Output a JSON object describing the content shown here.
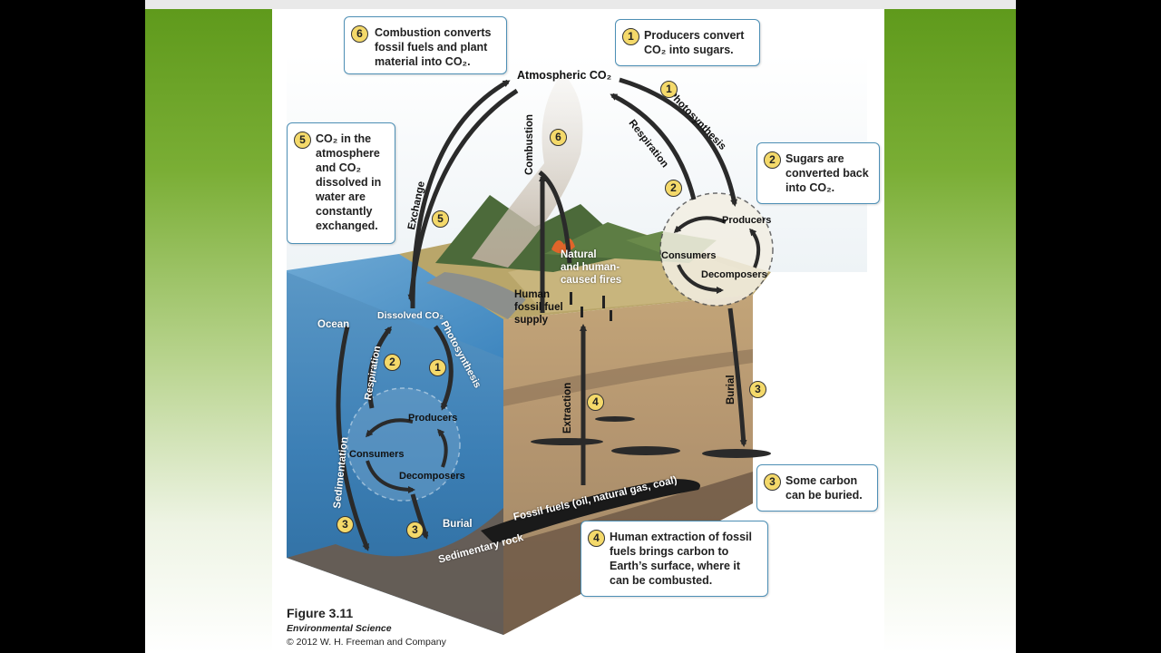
{
  "callouts": {
    "c1": {
      "num": "1",
      "text": "Producers convert CO₂ into sugars."
    },
    "c2": {
      "num": "2",
      "text": "Sugars are converted back into CO₂."
    },
    "c3": {
      "num": "3",
      "text": "Some carbon can be buried."
    },
    "c4": {
      "num": "4",
      "text": "Human extraction of fossil fuels brings carbon to Earth’s surface, where it can be combusted."
    },
    "c5": {
      "num": "5",
      "text": "CO₂ in the atmosphere and CO₂ dissolved in water are constantly exchanged."
    },
    "c6": {
      "num": "6",
      "text": "Combustion converts fossil fuels and plant material into CO₂."
    }
  },
  "labels": {
    "atmospheric_co2": "Atmospheric CO₂",
    "photosynthesis": "Photosynthesis",
    "respiration": "Respiration",
    "combustion": "Combustion",
    "exchange": "Exchange",
    "ocean": "Ocean",
    "dissolved_co2": "Dissolved CO₂",
    "fires_line1": "Natural",
    "fires_line2": "and human-",
    "fires_line3": "caused fires",
    "fuel_line1": "Human",
    "fuel_line2": "fossil fuel",
    "fuel_line3": "supply",
    "producers": "Producers",
    "consumers": "Consumers",
    "decomposers": "Decomposers",
    "extraction": "Extraction",
    "burial": "Burial",
    "sedimentation": "Sedimentation",
    "fossil_fuels": "Fossil fuels (oil, natural gas, coal)",
    "sedimentary_rock": "Sedimentary rock"
  },
  "markers": {
    "m1": "1",
    "m2": "2",
    "m3": "3",
    "m4": "4",
    "m5": "5",
    "m6": "6"
  },
  "caption": {
    "figure": "Figure 3.11",
    "book": "Environmental Science",
    "copyright": "© 2012 W. H. Freeman and Company"
  },
  "colors": {
    "callout_border": "#4d8fb5",
    "marker_fill": "#f4d96a",
    "slide_green": "#6fa52b"
  }
}
